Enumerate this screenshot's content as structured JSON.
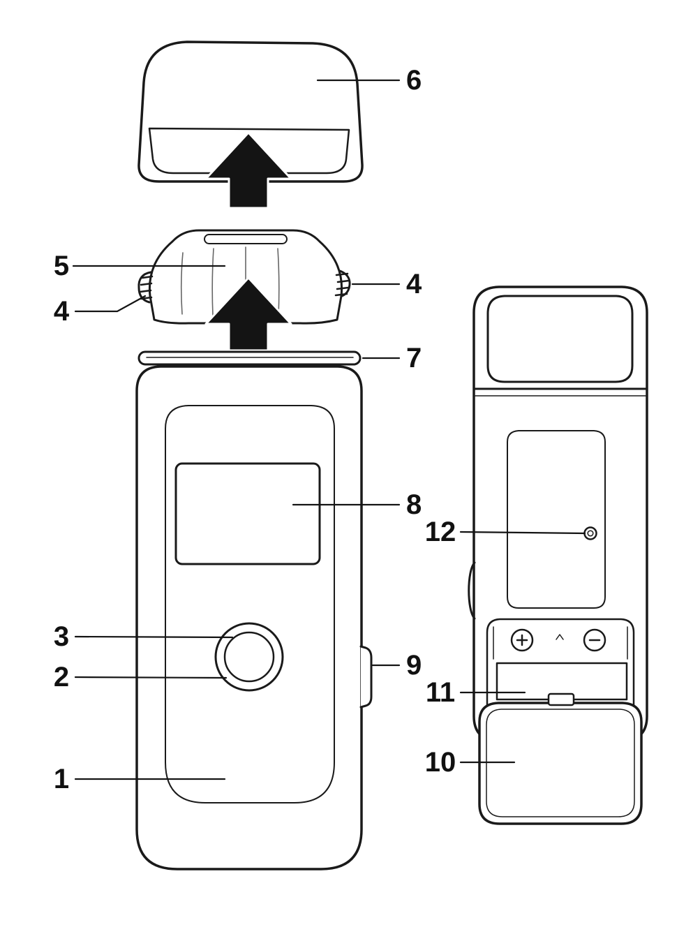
{
  "labels": {
    "n1": "1",
    "n2": "2",
    "n3": "3",
    "n4_left": "4",
    "n4_right": "4",
    "n5": "5",
    "n6": "6",
    "n7": "7",
    "n8": "8",
    "n9": "9",
    "n10": "10",
    "n11": "11",
    "n12": "12"
  },
  "colors": {
    "outline": "#1a1a1a",
    "cap_inner_gray": "#c9c9c9",
    "slot_gray": "#c0c0c0",
    "display_gray": "#b5b5b5",
    "battery_gray": "#9a9a9a",
    "arrow_black": "#141414",
    "background": "#ffffff"
  }
}
